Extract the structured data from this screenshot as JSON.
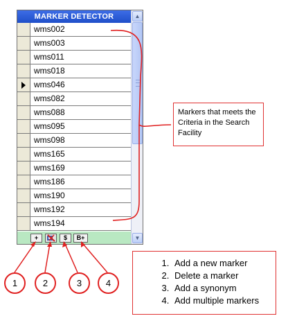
{
  "form": {
    "title": "MARKER DETECTOR",
    "current_row_index": 4,
    "rows": [
      "wms002",
      "wms003",
      "wms011",
      "wms018",
      "wms046",
      "wms082",
      "wms088",
      "wms095",
      "wms098",
      "wms165",
      "wms169",
      "wms186",
      "wms190",
      "wms192",
      "wms194"
    ],
    "scrollbar": {
      "up_glyph": "▲",
      "down_glyph": "▼"
    },
    "toolbar": {
      "add_label": "+",
      "delete_icon": "delete-marker-icon",
      "synonym_label": "$",
      "multiple_label": "B+"
    },
    "background_color": "#b9e8c2",
    "title_color": "#2a5bd7"
  },
  "callout": {
    "text": "Markers that meets the Criteria in the Search Facility"
  },
  "number_markers": [
    "1",
    "2",
    "3",
    "4"
  ],
  "legend": {
    "items": [
      "Add a new marker",
      "Delete a marker",
      "Add a synonym",
      "Add multiple markers"
    ]
  },
  "annotation_color": "#e02020"
}
